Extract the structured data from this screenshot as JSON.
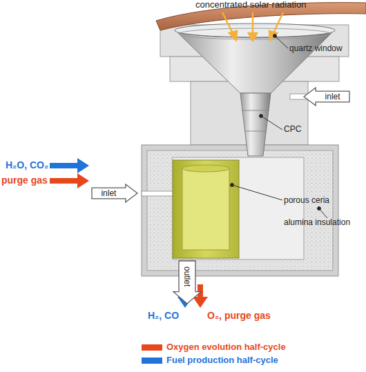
{
  "diagram": {
    "nodes": [
      {
        "text": [
          "inlet"
        ]
      },
      {
        "text": [
          "inlet"
        ]
      },
      {
        "text": [
          "outlet"
        ]
      }
    ],
    "labels": [
      "concentrated solar radiation",
      "quartz window",
      "CPC",
      "porous ceria",
      "alumina insulation",
      "H₂O, CO₂",
      "purge gas",
      "H₂, CO",
      "O₂, purge gas"
    ],
    "legend": [
      {
        "text": "Oxygen evolution half-cycle",
        "color": "#e8471c"
      },
      {
        "text": "Fuel production half-cycle",
        "color": "#1f73d9"
      }
    ]
  }
}
